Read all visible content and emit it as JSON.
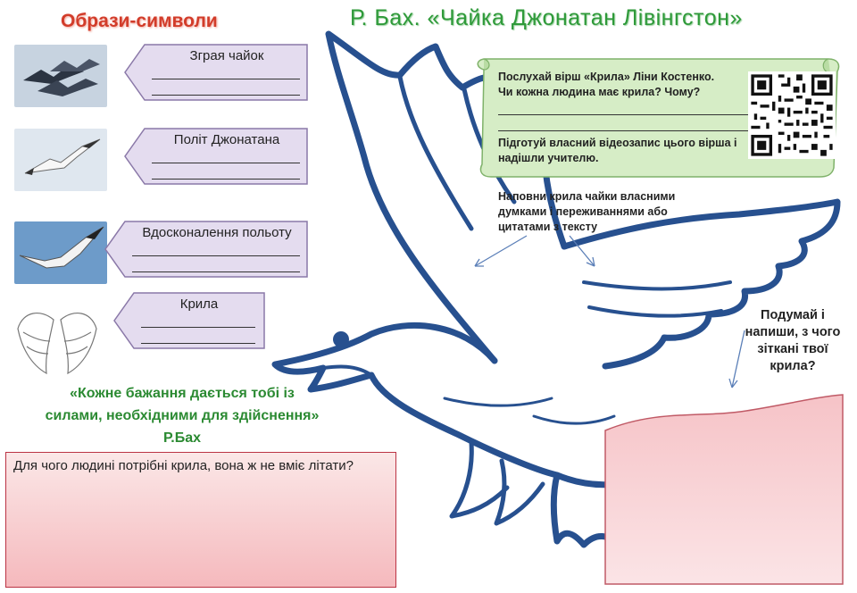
{
  "title": "Р. Бах. «Чайка Джонатан Лівінгстон»",
  "section_title": "Образи-символи",
  "symbols": [
    {
      "label": "Зграя чайок",
      "photo": "seagull-flock-photo"
    },
    {
      "label": "Політ Джонатана",
      "photo": "seagull-flight-photo"
    },
    {
      "label": "Вдосконалення польоту",
      "photo": "seagull-soaring-photo"
    },
    {
      "label": "Крила",
      "photo": "angel-wings-drawing"
    }
  ],
  "quote": "«Кожне бажання  дається тобі із силами, необхідними для здійснення»  Р.Бах",
  "question": "Для чого людині потрібні крила, вона ж не вміє літати?",
  "poem_task": {
    "line1": "Послухай вірш «Крила» Ліни Костенко.",
    "line2": "Чи кожна людина має крила? Чому?",
    "video_task": "Підготуй власний відеозапис цього вірша і надішли учителю."
  },
  "wing_instruction": "Наповни крила чайки власними думками і переживаннями або цитатами з тексту",
  "think_prompt": "Подумай і напиши, з чого зіткані твої крила?",
  "colors": {
    "title": "#2f9a3a",
    "section_title": "#d23c2a",
    "gull_outline": "#27508f",
    "label_fill": "#e4dcef",
    "scroll_fill": "#d6edc6",
    "answer_fill": "#f6c3c7"
  },
  "icons": [
    "qr-code-icon",
    "seagull-outline-icon"
  ]
}
